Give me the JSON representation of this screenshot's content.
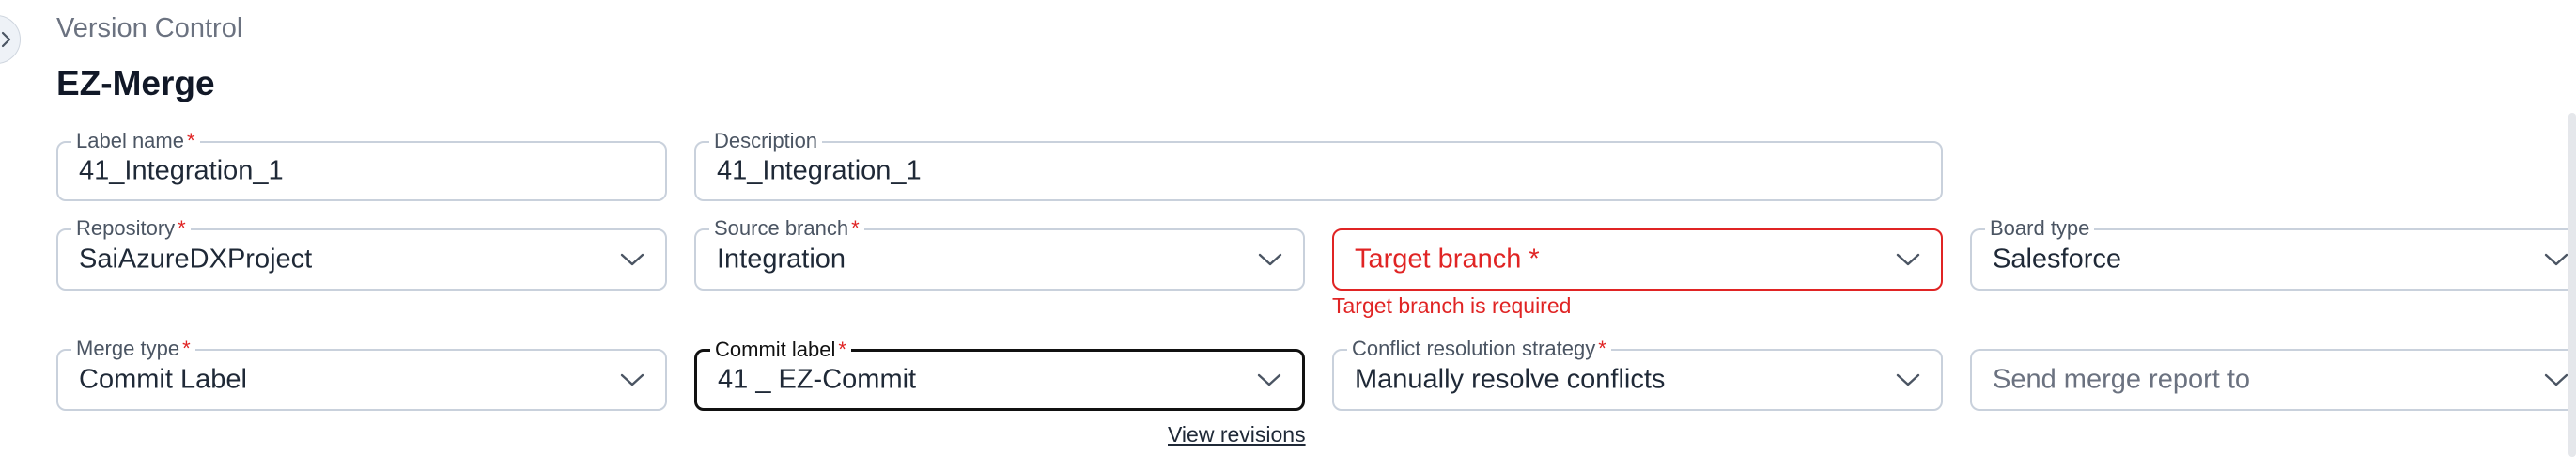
{
  "breadcrumb": "Version Control",
  "page_title": "EZ-Merge",
  "required_marker": "*",
  "fields": {
    "label_name": {
      "label": "Label name",
      "value": "41_Integration_1"
    },
    "description": {
      "label": "Description",
      "value": "41_Integration_1"
    },
    "repository": {
      "label": "Repository",
      "value": "SaiAzureDXProject"
    },
    "source_branch": {
      "label": "Source branch",
      "value": "Integration"
    },
    "target_branch": {
      "placeholder": "Target branch *",
      "error": "Target branch is required"
    },
    "board_type": {
      "label": "Board type",
      "value": "Salesforce"
    },
    "merge_type": {
      "label": "Merge type",
      "value": "Commit Label"
    },
    "commit_label": {
      "label": "Commit label",
      "value": "41 _ EZ-Commit"
    },
    "conflict_strategy": {
      "label": "Conflict resolution strategy",
      "value": "Manually resolve conflicts"
    },
    "merge_report": {
      "placeholder": "Send merge report to"
    }
  },
  "links": {
    "view_revisions": "View revisions"
  },
  "colors": {
    "error": "#e02424",
    "border": "#c9d1dc",
    "focus": "#111111"
  },
  "icons": {
    "collapse": "chevron-right-icon",
    "dropdown": "chevron-down-icon"
  }
}
